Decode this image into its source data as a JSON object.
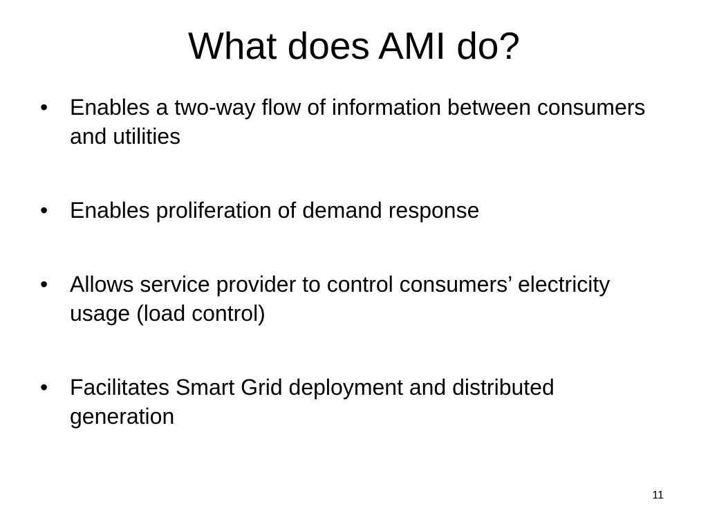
{
  "slide": {
    "title": "What does AMI do?",
    "bullet_symbol": "•",
    "bullets": [
      "Enables a two-way flow of information between consumers and utilities",
      "Enables proliferation of demand response",
      "Allows service provider to control consumers’ electricity usage (load control)",
      "Facilitates Smart Grid deployment and distributed generation"
    ],
    "page_number": "11"
  }
}
